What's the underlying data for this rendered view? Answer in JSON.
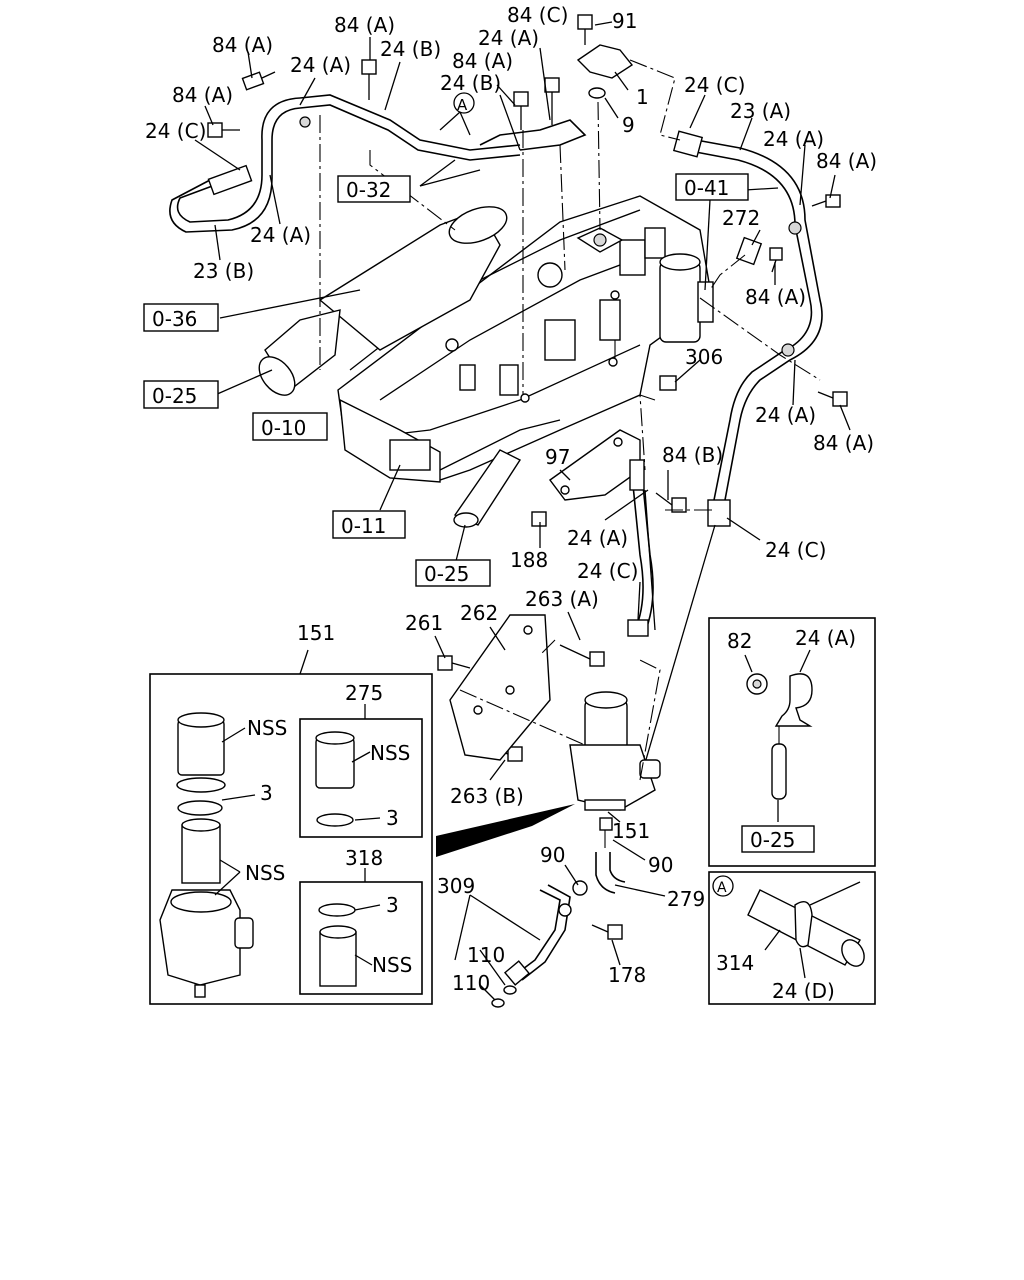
{
  "callouts": {
    "c84a_1": "84 (A)",
    "c84a_2": "84 (A)",
    "c84a_3": "84 (A)",
    "c84a_4": "84 (A)",
    "c84a_5": "84 (A)",
    "c84a_6": "84 (A)",
    "c84a_7": "84 (A)",
    "c84b": "84 (B)",
    "c84c": "84 (C)",
    "c91": "91",
    "c1": "1",
    "c9": "9",
    "c24a_1": "24 (A)",
    "c24a_2": "24 (A)",
    "c24a_3": "24 (A)",
    "c24a_4": "24 (A)",
    "c24a_5": "24 (A)",
    "c24a_6": "24 (A)",
    "c24b_1": "24 (B)",
    "c24b_2": "24 (B)",
    "c24c_1": "24 (C)",
    "c24c_2": "24 (C)",
    "c24c_3": "24 (C)",
    "c24c_4": "24 (C)",
    "c23a": "23 (A)",
    "c23b": "23 (B)",
    "c272": "272",
    "c306": "306",
    "c97": "97",
    "c188": "188",
    "c263a": "263 (A)",
    "c263b": "263 (B)",
    "c262": "262",
    "c261": "261",
    "c151_top": "151",
    "c151": "151",
    "c275": "275",
    "c318": "318",
    "c90_1": "90",
    "c90_2": "90",
    "c279": "279",
    "c309": "309",
    "c110_1": "110",
    "c110_2": "110",
    "c178": "178",
    "nss_1": "NSS",
    "nss_2": "NSS",
    "nss_3": "NSS",
    "nss_4": "NSS",
    "c3_1": "3",
    "c3_2": "3",
    "c3_3": "3"
  },
  "reference_boxes": {
    "r032": "0-32",
    "r041": "0-41",
    "r036": "0-36",
    "r025_1": "0-25",
    "r010": "0-10",
    "r011": "0-11",
    "r025_2": "0-25"
  },
  "detail_inset_82": {
    "c82": "82",
    "c24a": "24 (A)",
    "ref": "0-25"
  },
  "detail_inset_a": {
    "marker": "A",
    "c314": "314",
    "c24d": "24 (D)"
  },
  "marker_a_top": "A"
}
